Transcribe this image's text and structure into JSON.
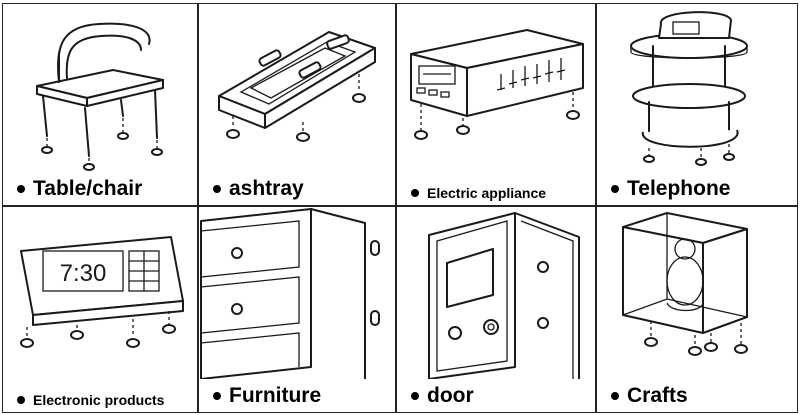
{
  "items": [
    {
      "label": "Table/chair",
      "icon": "table-chair-icon"
    },
    {
      "label": "ashtray",
      "icon": "ashtray-icon"
    },
    {
      "label": "Electric appliance",
      "icon": "electric-appliance-icon"
    },
    {
      "label": "Telephone",
      "icon": "telephone-icon"
    },
    {
      "label": "Electronic products",
      "icon": "alarm-clock-icon"
    },
    {
      "label": "Furniture",
      "icon": "drawer-cabinet-icon"
    },
    {
      "label": "door",
      "icon": "door-icon"
    },
    {
      "label": "Crafts",
      "icon": "display-case-icon"
    }
  ],
  "clock_display": "7:30",
  "colors": {
    "ink": "#1a1a1a",
    "background": "#ffffff"
  }
}
